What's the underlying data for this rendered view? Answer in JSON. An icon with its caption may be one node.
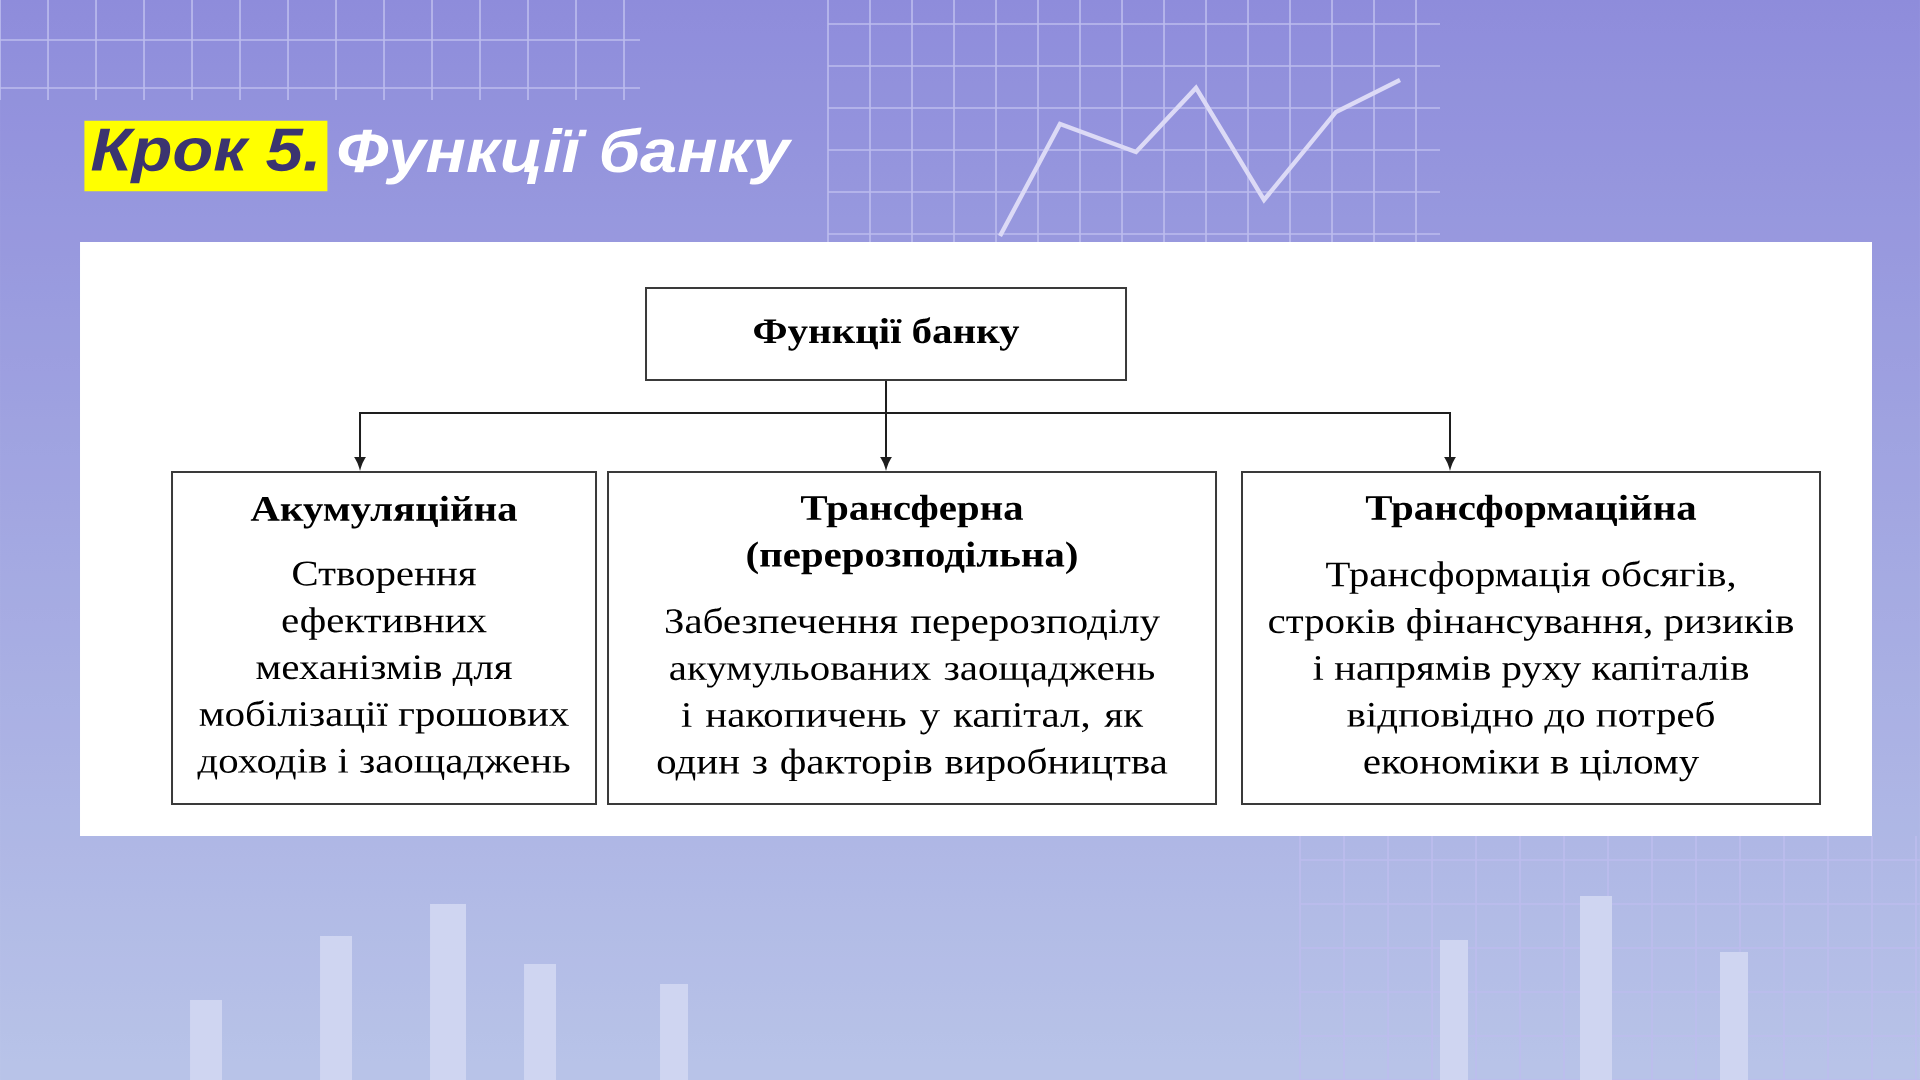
{
  "diagram": {
    "title": "Функції банку",
    "nodes": [
      {
        "text": [
          "Функції банку"
        ]
      },
      {
        "text": [
          "Акумуляційна",
          "Створення ефективних механізмів для мобілізації грошових доходів і заощаджень"
        ]
      },
      {
        "text": [
          "Трансферна (перерозподільна)",
          "Забезпечення перерозподілу акумульованих заощаджень і накопичень у капітал, як один з факторів виробництва"
        ]
      },
      {
        "text": [
          "Трансформаційна",
          "Трансформація обсягів, строків фінансування, ризиків і напрямів руху капіталів відповідно до потреб економіки в цілому"
        ]
      }
    ],
    "edges": [
      {
        "from": 0,
        "to": 1,
        "arrow": "to"
      },
      {
        "from": 0,
        "to": 2,
        "arrow": "to"
      },
      {
        "from": 0,
        "to": 3,
        "arrow": "to"
      }
    ],
    "labels": [
      "Крок 5."
    ]
  }
}
